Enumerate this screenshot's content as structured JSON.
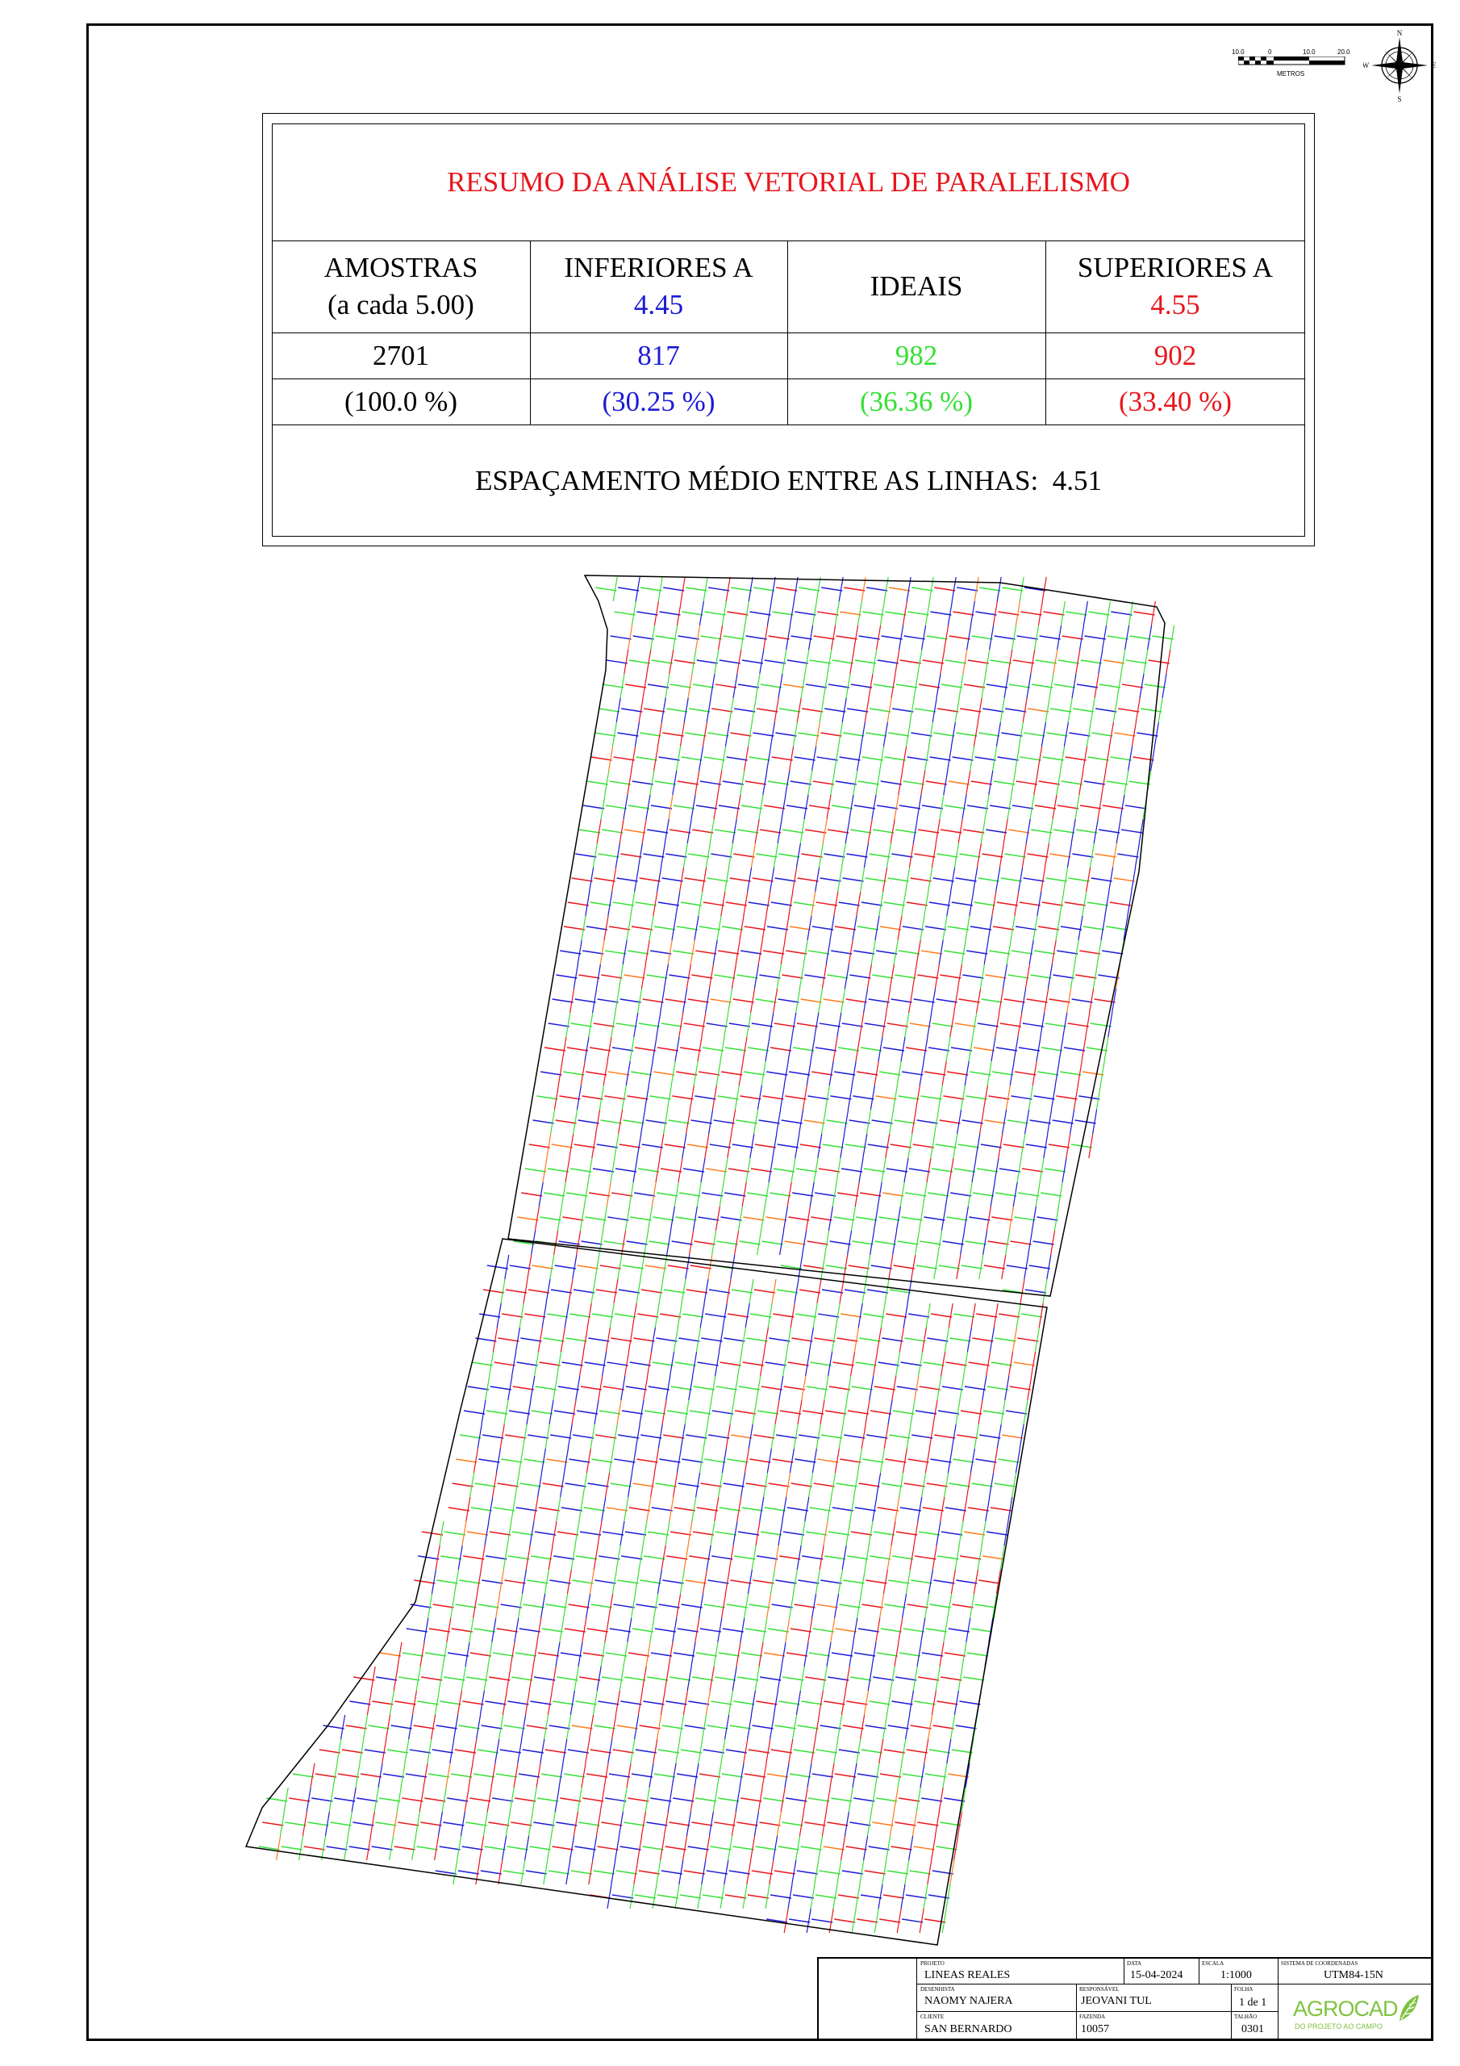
{
  "summary": {
    "title": "RESUMO DA ANÁLISE VETORIAL DE PARALELISMO",
    "headers": {
      "samples": "AMOSTRAS",
      "samples_sub": "(a cada 5.00)",
      "lower": "INFERIORES A",
      "lower_value": "4.45",
      "ideal": "IDEAIS",
      "upper": "SUPERIORES A",
      "upper_value": "4.55"
    },
    "counts": {
      "samples": "2701",
      "lower": "817",
      "ideal": "982",
      "upper": "902"
    },
    "percents": {
      "samples": "(100.0 %)",
      "lower": "(30.25 %)",
      "ideal": "(36.36 %)",
      "upper": "(33.40 %)"
    },
    "avg_label": "ESPAÇAMENTO MÉDIO ENTRE AS LINHAS:",
    "avg_value": "4.51"
  },
  "scale_bar": {
    "ticks": [
      "10.0",
      "0",
      "10.0",
      "20.0"
    ],
    "unit": "METROS"
  },
  "compass": {
    "n": "N",
    "s": "S",
    "e": "E",
    "w": "W"
  },
  "title_block": {
    "projeto_label": "PROJETO",
    "projeto": "LINEAS REALES",
    "data_label": "DATA",
    "data": "15-04-2024",
    "escala_label": "ESCALA",
    "escala": "1:1000",
    "sistema_label": "SISTEMA DE COORDENADAS",
    "sistema": "UTM84-15N",
    "desenhista_label": "DESENHISTA",
    "desenhista": "NAOMY NAJERA",
    "responsavel_label": "RESPONSÁVEL",
    "responsavel": "JEOVANI TUL",
    "folha_label": "FOLHA",
    "folha": "1 de 1",
    "cliente_label": "CLIENTE",
    "cliente": "SAN BERNARDO",
    "fazenda_label": "FAZENDA",
    "fazenda": "10057",
    "talhao_label": "TALHÃO",
    "talhao": "0301",
    "logo": "AGROCAD",
    "logo_tagline": "DO PROJETO AO CAMPO"
  },
  "colors": {
    "lower": "#1a1ad6",
    "ideal": "#35e035",
    "upper": "#e8151b",
    "logo": "#7fc241"
  }
}
